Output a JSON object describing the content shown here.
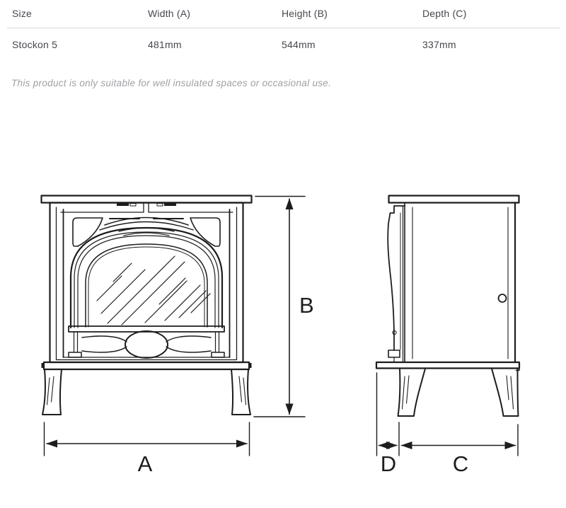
{
  "table": {
    "headers": [
      "Size",
      "Width (A)",
      "Height (B)",
      "Depth (C)"
    ],
    "rows": [
      {
        "size": "Stockon 5",
        "width": "481mm",
        "height": "544mm",
        "depth": "337mm"
      }
    ]
  },
  "note": "This product is only suitable for well insulated spaces or occasional use.",
  "diagram": {
    "labels": {
      "a": "A",
      "b": "B",
      "c": "C",
      "d": "D"
    }
  },
  "colors": {
    "line": "#1d1d1f",
    "table_text": "#46464e",
    "note_text": "#9fa0a4",
    "divider": "#dadadd",
    "background": "#ffffff"
  }
}
